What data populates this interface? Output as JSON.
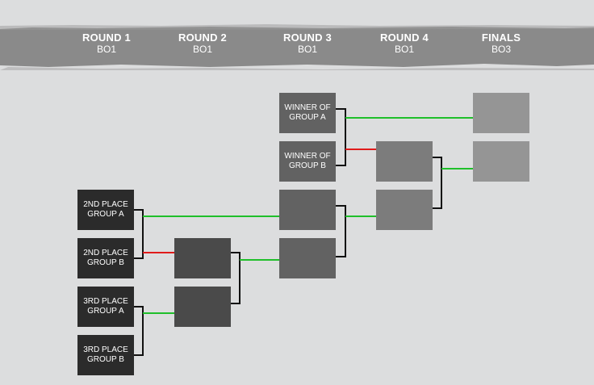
{
  "rounds": [
    {
      "name": "ROUND 1",
      "format": "BO1"
    },
    {
      "name": "ROUND 2",
      "format": "BO1"
    },
    {
      "name": "ROUND 3",
      "format": "BO1"
    },
    {
      "name": "ROUND 4",
      "format": "BO1"
    },
    {
      "name": "FINALS",
      "format": "BO3"
    }
  ],
  "slots": {
    "r1": [
      {
        "line1": "2ND PLACE",
        "line2": "GROUP A"
      },
      {
        "line1": "2ND PLACE",
        "line2": "GROUP B"
      },
      {
        "line1": "3RD PLACE",
        "line2": "GROUP A"
      },
      {
        "line1": "3RD PLACE",
        "line2": "GROUP B"
      }
    ],
    "r3": [
      {
        "line1": "WINNER OF",
        "line2": "GROUP A"
      },
      {
        "line1": "WINNER OF",
        "line2": "GROUP B"
      }
    ]
  },
  "colors": {
    "background": "#dcddde",
    "header_band": "#8a8a8a",
    "winner_line": "#1fbf2a",
    "loser_line": "#e01b1b",
    "bracket_line": "#111111",
    "round1_box": "#2b2b2b",
    "round2_box": "#4a4a4a",
    "round3_box": "#626262",
    "round4_box": "#7c7c7c",
    "finals_box": "#959595"
  }
}
